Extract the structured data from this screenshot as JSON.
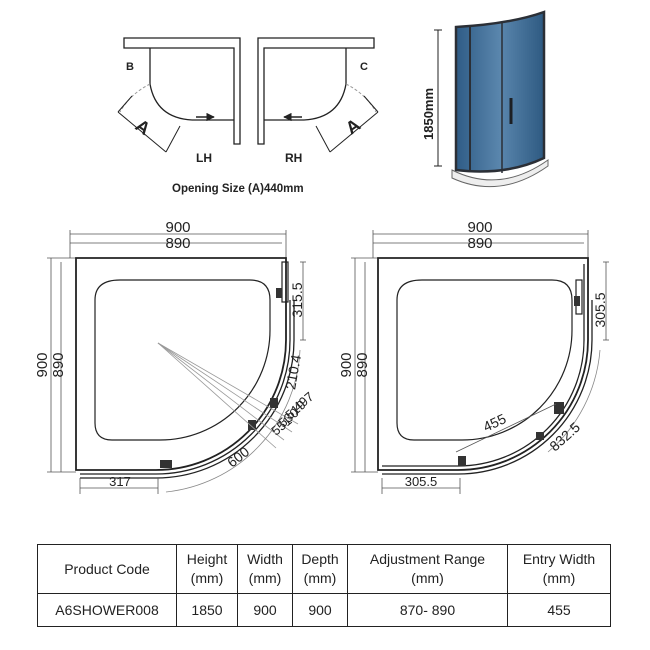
{
  "door_diagrams": {
    "left_marker": "B",
    "right_marker": "C",
    "opening_marker_left": "A",
    "opening_marker_right": "A",
    "left_label": "LH",
    "right_label": "RH",
    "opening_caption": "Opening Size (A)440mm"
  },
  "product_view": {
    "height_label": "1850mm",
    "glass_color": "#3f6f96",
    "frame_color": "#2b2f36"
  },
  "plan_left": {
    "outer_width": "900",
    "inner_width": "890",
    "outer_height": "900",
    "inner_height": "890",
    "side_offset": "315.5",
    "arc_gap": "210.4",
    "diag_a": "497",
    "diag_b": "519",
    "diag_c": "530",
    "diag_d": "551",
    "radius": "600",
    "bottom_offset": "317"
  },
  "plan_right": {
    "outer_width": "900",
    "inner_width": "890",
    "outer_height": "900",
    "inner_height": "890",
    "side_offset": "305.5",
    "entry": "455",
    "arc": "832.5",
    "bottom_offset": "305.5"
  },
  "spec_table": {
    "headers": [
      {
        "line1": "Product Code",
        "line2": ""
      },
      {
        "line1": "Height",
        "line2": "(mm)"
      },
      {
        "line1": "Width",
        "line2": "(mm)"
      },
      {
        "line1": "Depth",
        "line2": "(mm)"
      },
      {
        "line1": "Adjustment Range",
        "line2": "(mm)"
      },
      {
        "line1": "Entry Width",
        "line2": "(mm)"
      }
    ],
    "row": [
      "A6SHOWER008",
      "1850",
      "900",
      "900",
      "870- 890",
      "455"
    ]
  }
}
